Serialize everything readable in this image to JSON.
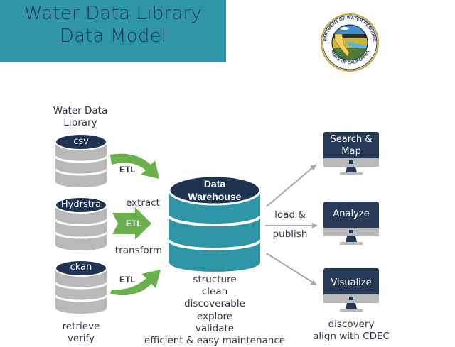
{
  "title": {
    "line1": "Water Data Library",
    "line2": "Data Model"
  },
  "logo": {
    "name": "dwr-seal-logo",
    "top_text": "DEPARTMENT OF WATER RESOURCES",
    "bottom_text": "STATE OF CALIFORNIA"
  },
  "colors": {
    "banner": "#2f95a8",
    "title_text": "#23395a",
    "db_cap": "#1f3352",
    "db_gray": "#b9b9b9",
    "db_teal": "#2e95a6",
    "arrow_green": "#6ab04c",
    "monitor_screen": "#263a57",
    "monitor_base": "#b9b9b9",
    "connector_gray": "#a8a8a8"
  },
  "sources": {
    "heading": "Water Data Library",
    "databases": [
      {
        "label": "csv"
      },
      {
        "label": "Hydrstra"
      },
      {
        "label": "ckan"
      }
    ],
    "notes": [
      "retrieve",
      "verify"
    ]
  },
  "etl": {
    "arrows": [
      "ETL",
      "ETL",
      "ETL"
    ],
    "extract": "extract",
    "transform": "transform"
  },
  "warehouse": {
    "line1": "Data",
    "line2": "Warehouse",
    "notes": [
      "structure",
      "clean",
      "discoverable",
      "explore",
      "validate",
      "efficient & easy maintenance"
    ]
  },
  "load": {
    "line1": "load &",
    "line2": "publish"
  },
  "outputs": {
    "monitors": [
      {
        "line1": "Search &",
        "line2": "Map"
      },
      {
        "line1": "Analyze",
        "line2": ""
      },
      {
        "line1": "Visualize",
        "line2": ""
      }
    ],
    "notes": [
      "discovery",
      "align with CDEC"
    ]
  }
}
